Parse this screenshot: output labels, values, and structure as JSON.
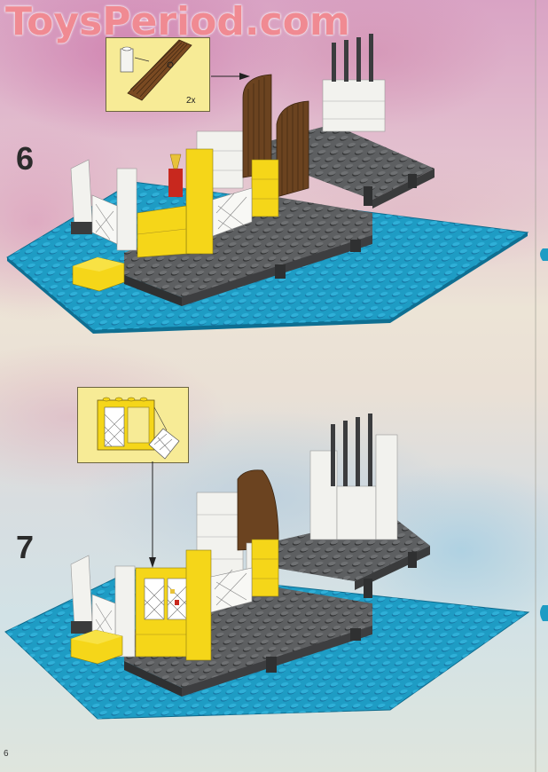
{
  "watermark": {
    "text": "ToysPeriod.com",
    "color": "#f08a92"
  },
  "page": {
    "number": "6"
  },
  "steps": [
    {
      "number": "6",
      "inset": {
        "quantity_label": "2x",
        "parts": [
          "white 1x1x2 brick",
          "brown door"
        ]
      },
      "added_parts": [
        "brown arched door",
        "brown arched door"
      ]
    },
    {
      "number": "7",
      "inset": {
        "parts": [
          "yellow window frame 1x4x3",
          "white lattice glass pane"
        ]
      },
      "added_parts": [
        "yellow window with lattice panes"
      ]
    }
  ],
  "colors": {
    "baseplate_blue": "#1e9cc4",
    "plate_gray": "#5d5f61",
    "brick_yellow": "#f5d619",
    "brick_white": "#f2f2ee",
    "door_brown": "#6b4320",
    "inset_bg": "#f7eb96"
  }
}
